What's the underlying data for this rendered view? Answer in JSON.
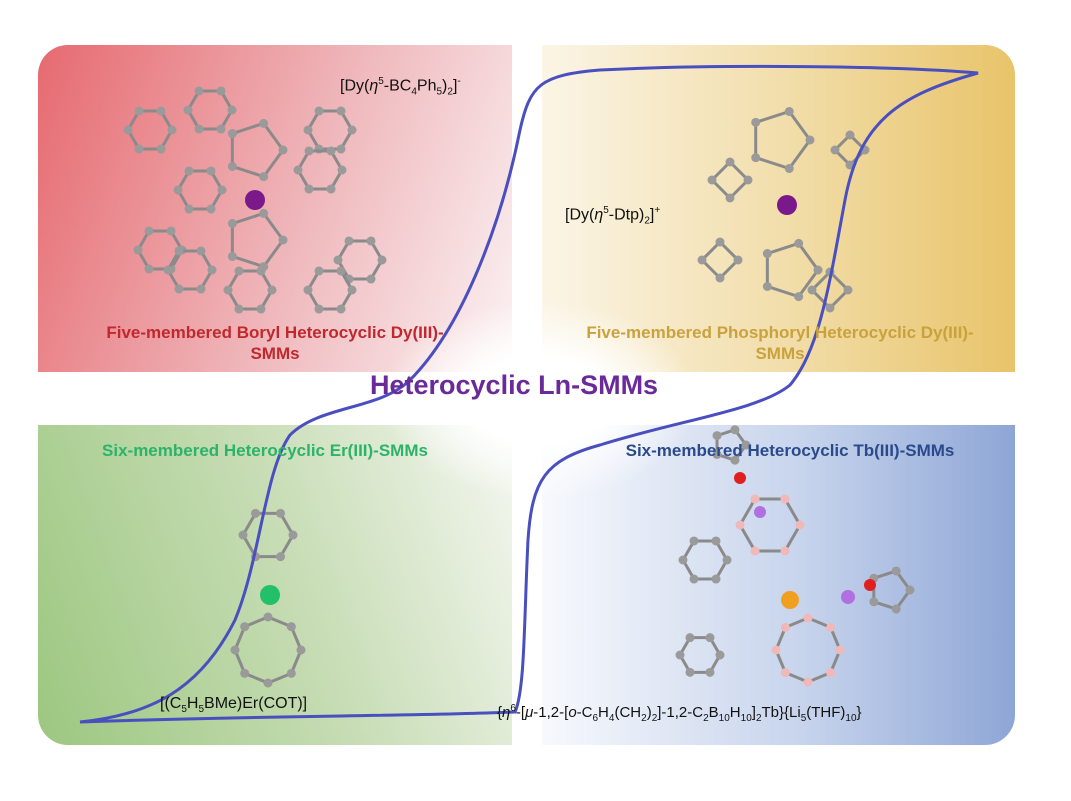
{
  "title": "Heterocyclic Ln-SMMs",
  "panels": {
    "top_left": {
      "label_line1": "Five-membered Boryl Heterocyclic Dy(III)-",
      "label_line2": "SMMs",
      "formula": {
        "a": "[Dy(",
        "eta": "η",
        "sup": "5",
        "b": "-BC",
        "sub1": "4",
        "c": "Ph",
        "sub2": "5",
        "d": ")",
        "sub3": "2",
        "e": "]",
        "charge": "-"
      },
      "color": "#c0282e"
    },
    "top_right": {
      "label_line1": "Five-membered Phosphoryl Heterocyclic Dy(III)-",
      "label_line2": "SMMs",
      "formula": {
        "a": "[Dy(",
        "eta": "η",
        "sup": "5",
        "b": "-Dtp)",
        "sub": "2",
        "c": "]",
        "charge": "+"
      },
      "color": "#c9a23c"
    },
    "bottom_left": {
      "label": "Six-membered Heterocyclic Er(III)-SMMs",
      "formula": {
        "a": "[(C",
        "sub1": "5",
        "b": "H",
        "sub2": "5",
        "c": "BMe)Er(COT)]"
      },
      "color": "#2bb36a"
    },
    "bottom_right": {
      "label": "Six-membered Heterocyclic Tb(III)-SMMs",
      "formula": {
        "a": "{",
        "eta": "η",
        "sup": "6",
        "b": "-[",
        "mu": "μ",
        "c": "-1,2-[",
        "o": "o",
        "d": "-C",
        "s1": "6",
        "e": "H",
        "s2": "4",
        "f": "(CH",
        "s3": "2",
        "g": ")",
        "s4": "2",
        "h": "]-1,2-C",
        "s5": "2",
        "i": "B",
        "s6": "10",
        "j": "H",
        "s7": "10",
        "k": "]",
        "s8": "2",
        "l": "Tb}{Li",
        "s9": "5",
        "m": "(THF)",
        "s10": "10",
        "n": "}"
      },
      "color": "#2a4a8c"
    }
  },
  "curve_color": "#4a4fc0"
}
